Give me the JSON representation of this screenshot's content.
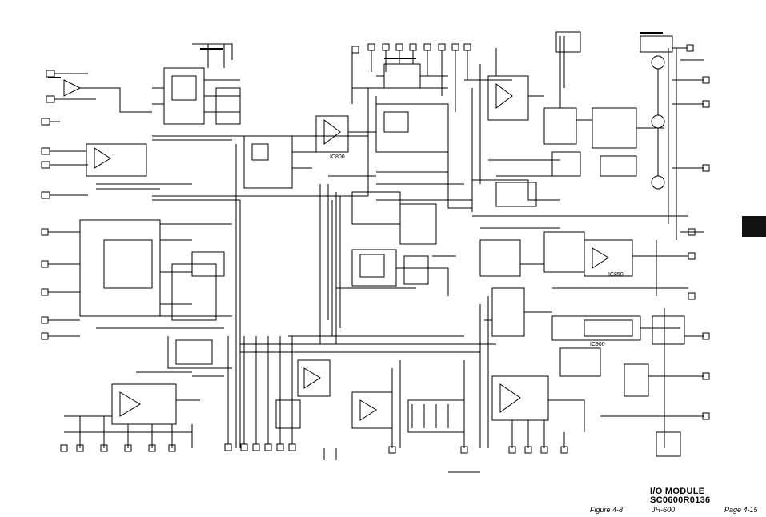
{
  "title_block": {
    "title": "I/O MODULE",
    "part_number": "SC0600R0136",
    "figure": "Figure 4-8",
    "model": "JH-600",
    "page": "Page 4-15"
  },
  "colors": {
    "ink": "#000000",
    "paper": "#ffffff"
  },
  "ic_labels": [
    "IC800",
    "IC850",
    "IC900"
  ]
}
